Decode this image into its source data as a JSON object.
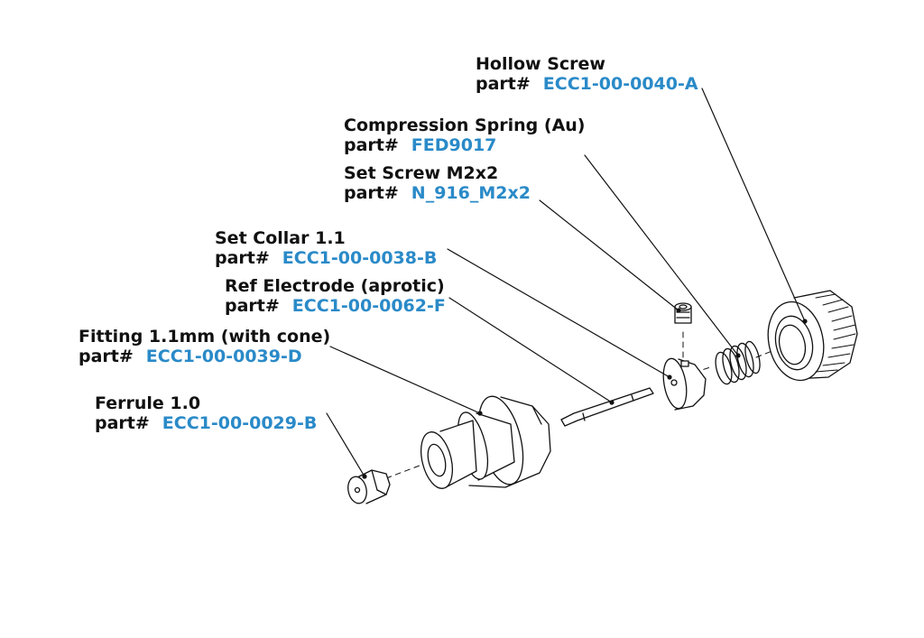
{
  "callouts": {
    "hollow_screw": {
      "name": "Hollow Screw",
      "prefix": "part#",
      "part": "ECC1-00-0040-A"
    },
    "spring": {
      "name": "Compression Spring (Au)",
      "prefix": "part#",
      "part": "FED9017"
    },
    "set_screw": {
      "name": "Set Screw M2x2",
      "prefix": "part#",
      "part": "N_916_M2x2"
    },
    "set_collar": {
      "name": "Set Collar 1.1",
      "prefix": "part#",
      "part": "ECC1-00-0038-B"
    },
    "ref_electrode": {
      "name": "Ref Electrode (aprotic)",
      "prefix": "part#",
      "part": "ECC1-00-0062-F"
    },
    "fitting": {
      "name": "Fitting 1.1mm (with cone)",
      "prefix": "part#",
      "part": "ECC1-00-0039-D"
    },
    "ferrule": {
      "name": "Ferrule 1.0",
      "prefix": "part#",
      "part": "ECC1-00-0029-B"
    }
  },
  "colors": {
    "label": "#111111",
    "part_number": "#2a8ac8",
    "line": "#111111"
  }
}
